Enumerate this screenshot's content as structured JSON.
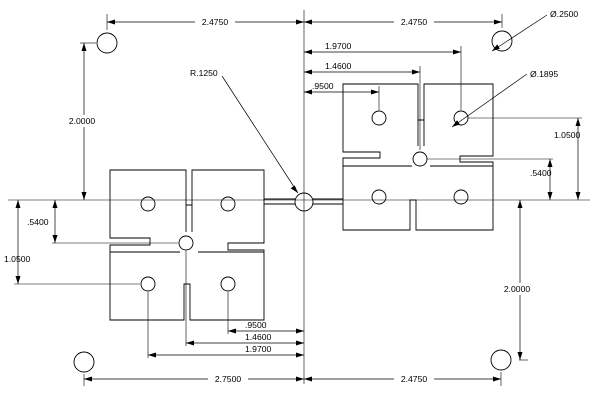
{
  "colors": {
    "line": "#000000",
    "background": "#ffffff"
  },
  "dimensions": {
    "top_left_width": "2.4750",
    "top_right_width": "2.4750",
    "bottom_left_width": "2.7500",
    "bottom_right_width": "2.4750",
    "left_vertical_height": "2.0000",
    "right_vertical_height": "2.0000",
    "right_pad_1970": "1.9700",
    "right_pad_1460": "1.4600",
    "right_pad_0950": ".9500",
    "left_pad_0950": ".9500",
    "left_pad_1460": "1.4600",
    "left_pad_1970": "1.9700",
    "right_offset_1050": "1.0500",
    "right_offset_0540": ".5400",
    "left_offset_0540": ".5400",
    "left_offset_1050": "1.0500",
    "mounting_hole_dia": "Ø.2500",
    "pad_hole_dia": "Ø.1895",
    "center_radius": "R.1250"
  }
}
